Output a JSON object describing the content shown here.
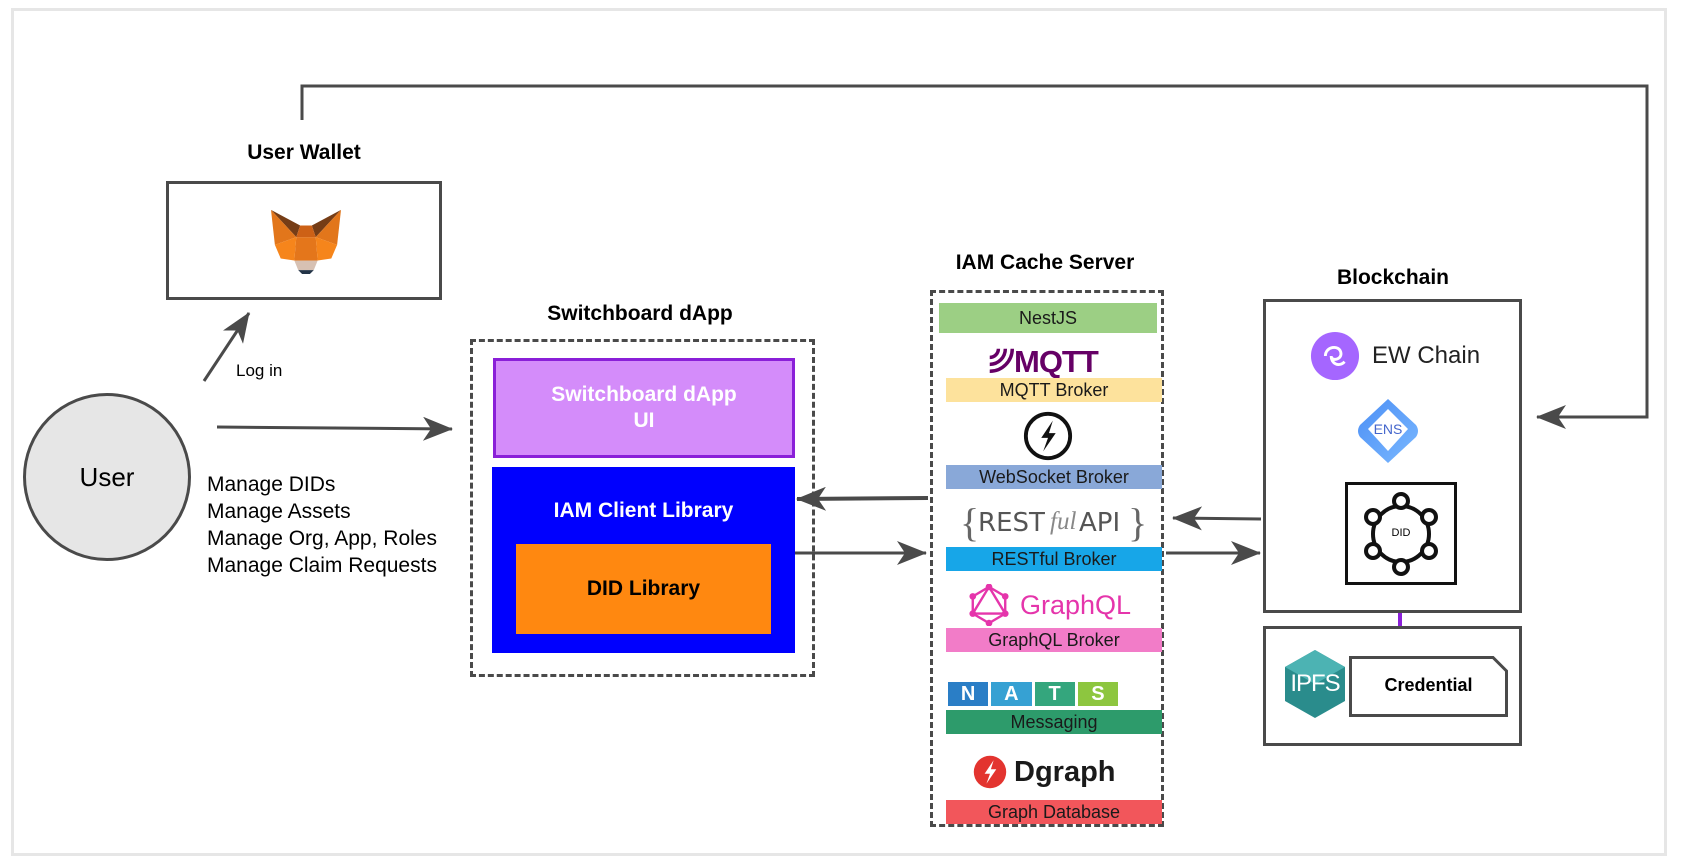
{
  "user": {
    "label": "User"
  },
  "user_wallet": {
    "title": "User Wallet",
    "logo_icon": "metamask-fox-icon"
  },
  "login": {
    "label": "Log in"
  },
  "manage_items": [
    "Manage DIDs",
    "Manage Assets",
    "Manage Org, App, Roles",
    "Manage Claim Requests"
  ],
  "switchboard": {
    "title": "Switchboard dApp",
    "ui_label_line1": "Switchboard dApp",
    "ui_label_line2": "UI",
    "iam_client_label": "IAM Client Library",
    "did_library_label": "DID Library"
  },
  "cache_server": {
    "title": "IAM Cache Server",
    "nestjs_label": "NestJS",
    "mqtt_logo": "MQTT",
    "mqtt_label": "MQTT Broker",
    "websocket_label": "WebSocket Broker",
    "restful_logo_rest": "REST",
    "restful_logo_ful": "ful",
    "restful_logo_api": "API",
    "restful_label": "RESTful Broker",
    "graphql_logo": "GraphQL",
    "graphql_label": "GraphQL Broker",
    "nats_letters": [
      "N",
      "A",
      "T",
      "S"
    ],
    "nats_label": "Messaging",
    "dgraph_logo": "Dgraph",
    "dgraph_label": "Graph Database"
  },
  "blockchain": {
    "title": "Blockchain",
    "ew_chain_label": "EW Chain",
    "ens_label": "ENS",
    "did_label": "DID"
  },
  "storage": {
    "ipfs_label": "IPFS",
    "credential_label": "Credential"
  },
  "colors": {
    "ui_fill": "#d48cfa",
    "ui_border": "#8a1fd8",
    "iam_client_fill": "#0000fe",
    "did_library_fill": "#ff8810",
    "nestjs_band": "#9ccf84",
    "mqtt_band": "#fde29c",
    "websocket_band": "#89a8d8",
    "restful_band": "#17a6e8",
    "graphql_band": "#f27cc8",
    "nats_band": "#2d9b6b",
    "dgraph_band": "#f2565b",
    "user_circle": "#e6e6e6",
    "link_purple": "#8a1fd8"
  }
}
